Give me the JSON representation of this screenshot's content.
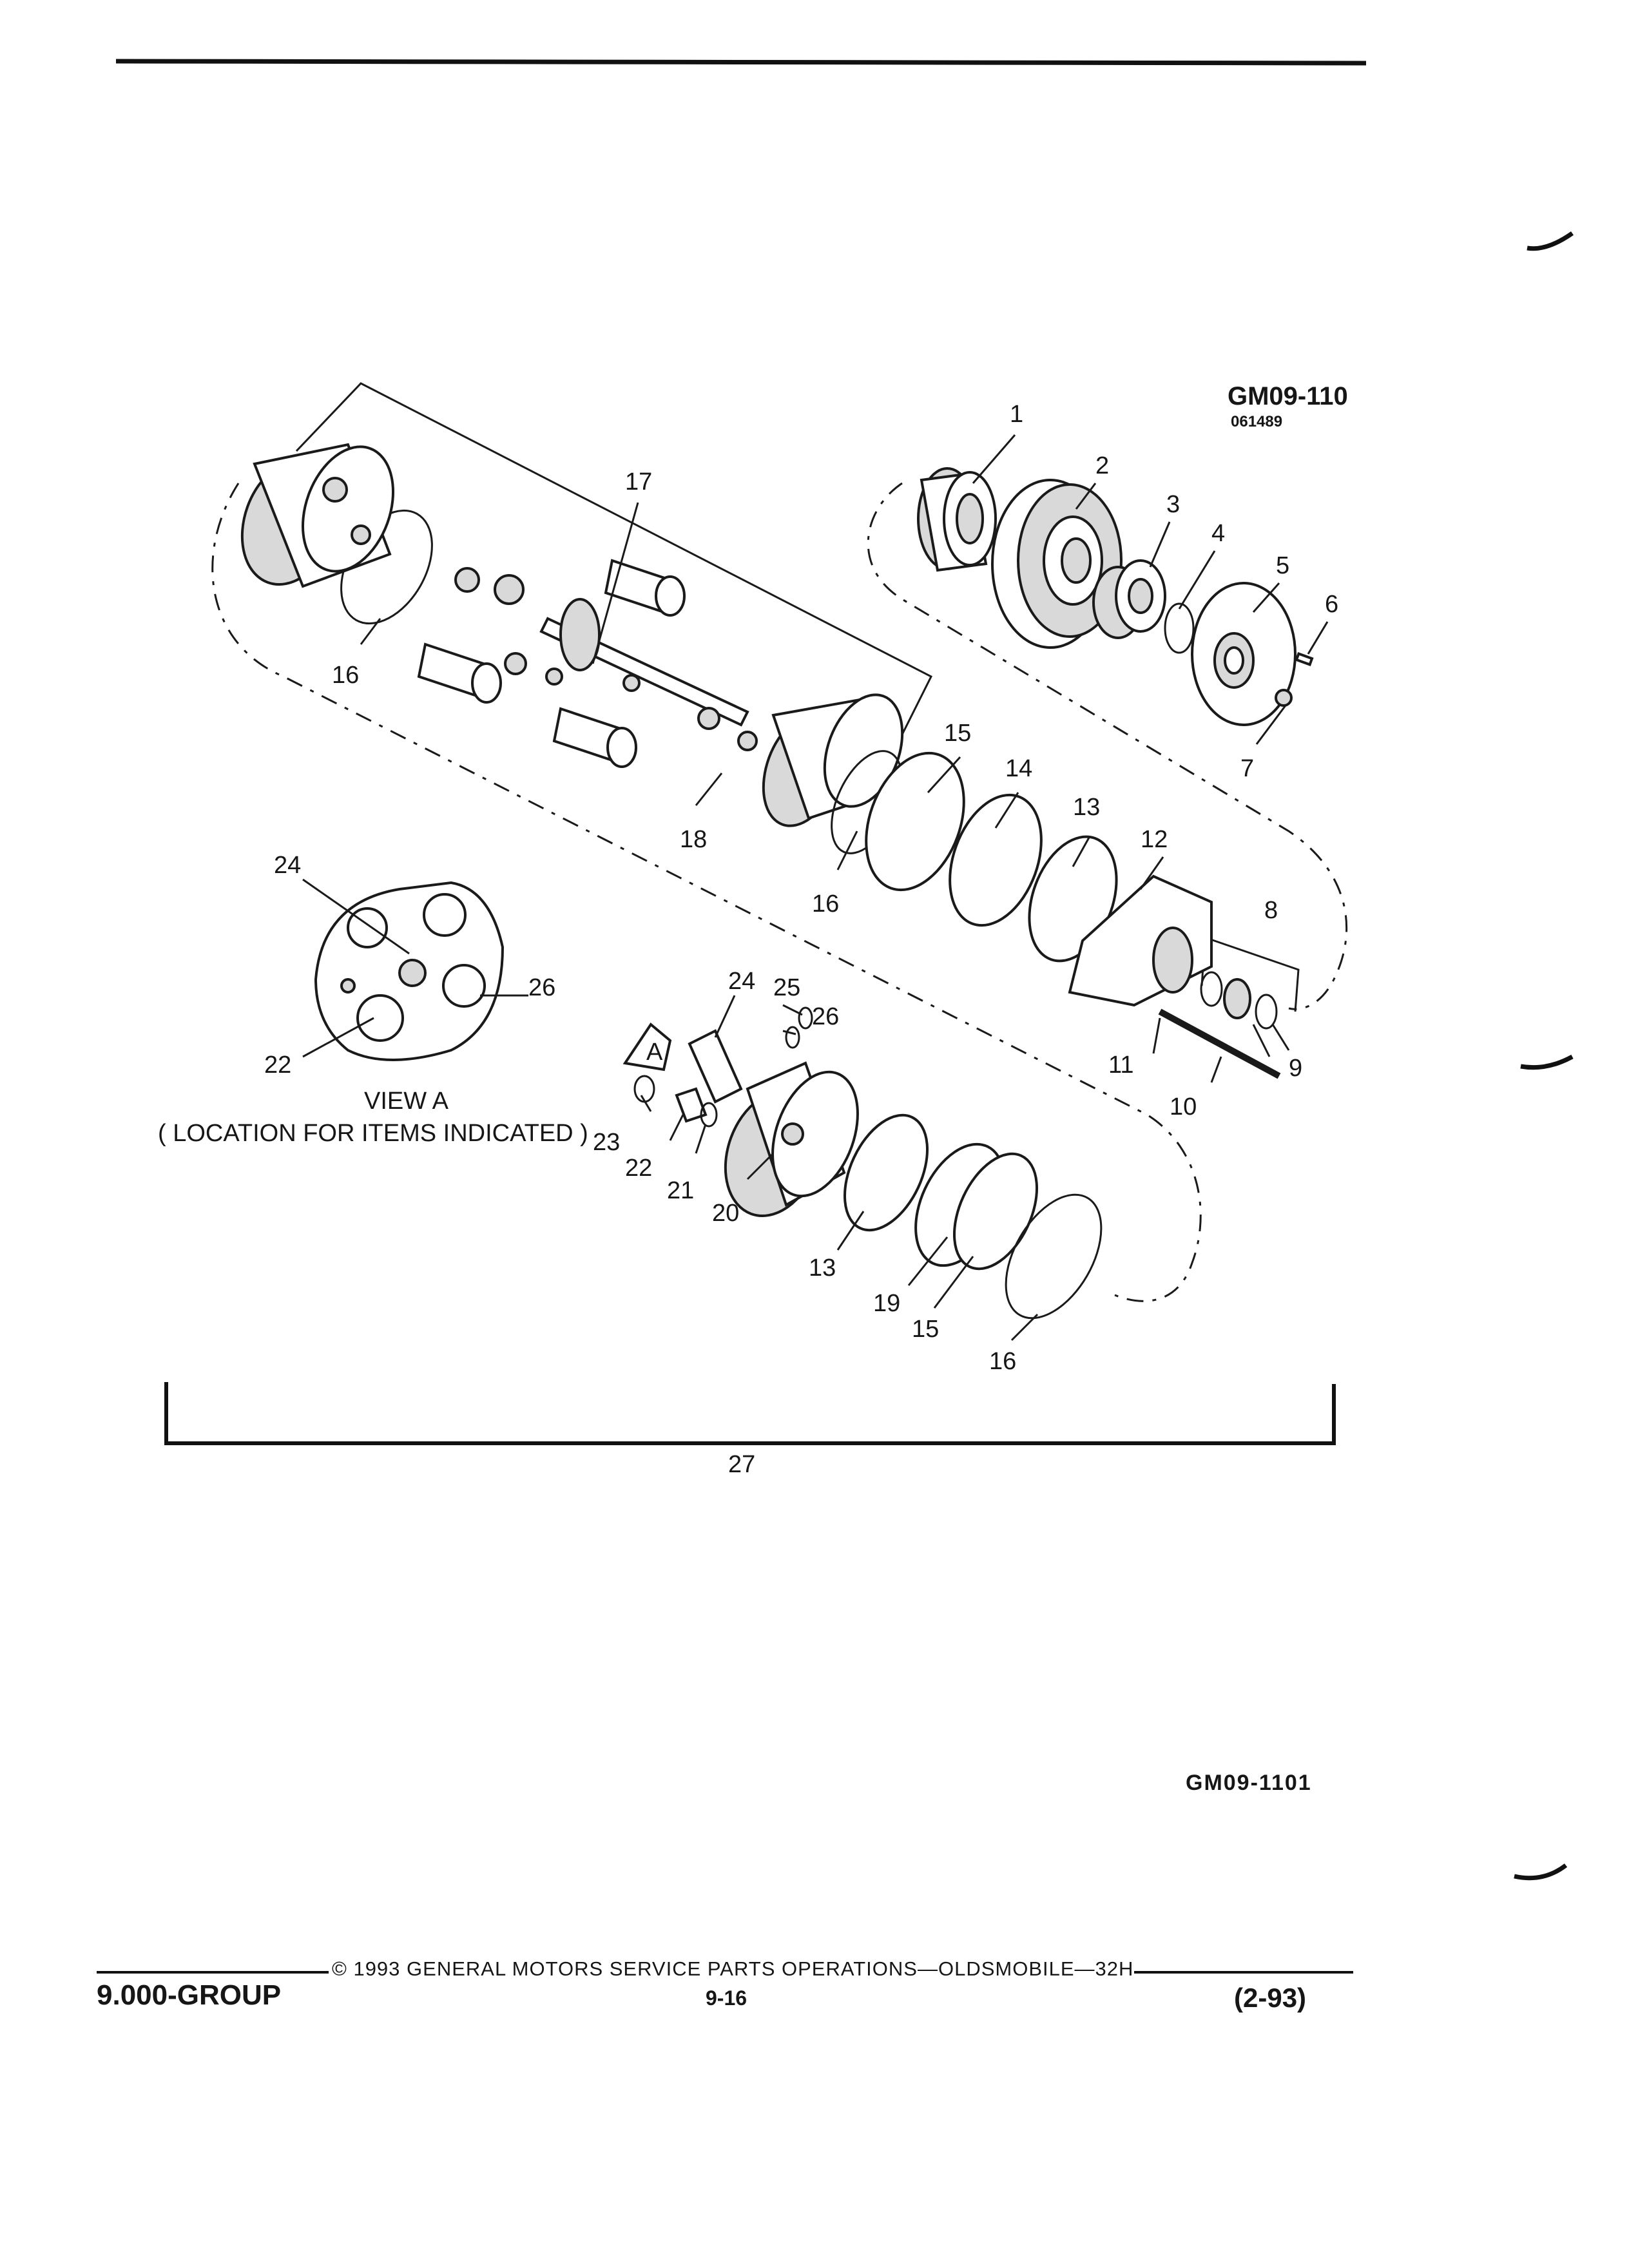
{
  "header": {
    "ref_code": "GM09-110",
    "ref_date": "061489"
  },
  "diagram": {
    "view_title": "VIEW A",
    "view_location": "( LOCATION FOR ITEMS INDICATED )",
    "view_marker": "A",
    "callouts": [
      "1",
      "2",
      "3",
      "4",
      "5",
      "6",
      "7",
      "8",
      "9",
      "10",
      "11",
      "12",
      "13",
      "14",
      "15",
      "16",
      "17",
      "18",
      "19",
      "20",
      "21",
      "22",
      "23",
      "24",
      "25",
      "26",
      "27"
    ],
    "callouts_all": [
      {
        "id": "c1",
        "text": "1"
      },
      {
        "id": "c2",
        "text": "2"
      },
      {
        "id": "c3",
        "text": "3"
      },
      {
        "id": "c4",
        "text": "4"
      },
      {
        "id": "c5",
        "text": "5"
      },
      {
        "id": "c6",
        "text": "6"
      },
      {
        "id": "c7",
        "text": "7"
      },
      {
        "id": "c8",
        "text": "8"
      },
      {
        "id": "c9",
        "text": "9"
      },
      {
        "id": "c10",
        "text": "10"
      },
      {
        "id": "c11",
        "text": "11"
      },
      {
        "id": "c12",
        "text": "12"
      },
      {
        "id": "c13a",
        "text": "13"
      },
      {
        "id": "c13b",
        "text": "13"
      },
      {
        "id": "c14",
        "text": "14"
      },
      {
        "id": "c15a",
        "text": "15"
      },
      {
        "id": "c15b",
        "text": "15"
      },
      {
        "id": "c16a",
        "text": "16"
      },
      {
        "id": "c16b",
        "text": "16"
      },
      {
        "id": "c16c",
        "text": "16"
      },
      {
        "id": "c17",
        "text": "17"
      },
      {
        "id": "c18",
        "text": "18"
      },
      {
        "id": "c19",
        "text": "19"
      },
      {
        "id": "c20",
        "text": "20"
      },
      {
        "id": "c21",
        "text": "21"
      },
      {
        "id": "c22a",
        "text": "22"
      },
      {
        "id": "c22b",
        "text": "22"
      },
      {
        "id": "c23",
        "text": "23"
      },
      {
        "id": "c24a",
        "text": "24"
      },
      {
        "id": "c24b",
        "text": "24"
      },
      {
        "id": "c25",
        "text": "25"
      },
      {
        "id": "c26a",
        "text": "26"
      },
      {
        "id": "c26b",
        "text": "26"
      },
      {
        "id": "c27",
        "text": "27"
      }
    ]
  },
  "figure_id": "GM09-1101",
  "footer": {
    "group": "9.000-GROUP",
    "copyright": "© 1993 GENERAL MOTORS SERVICE PARTS OPERATIONS—OLDSMOBILE—32H",
    "page": "9-16",
    "date": "(2-93)"
  }
}
